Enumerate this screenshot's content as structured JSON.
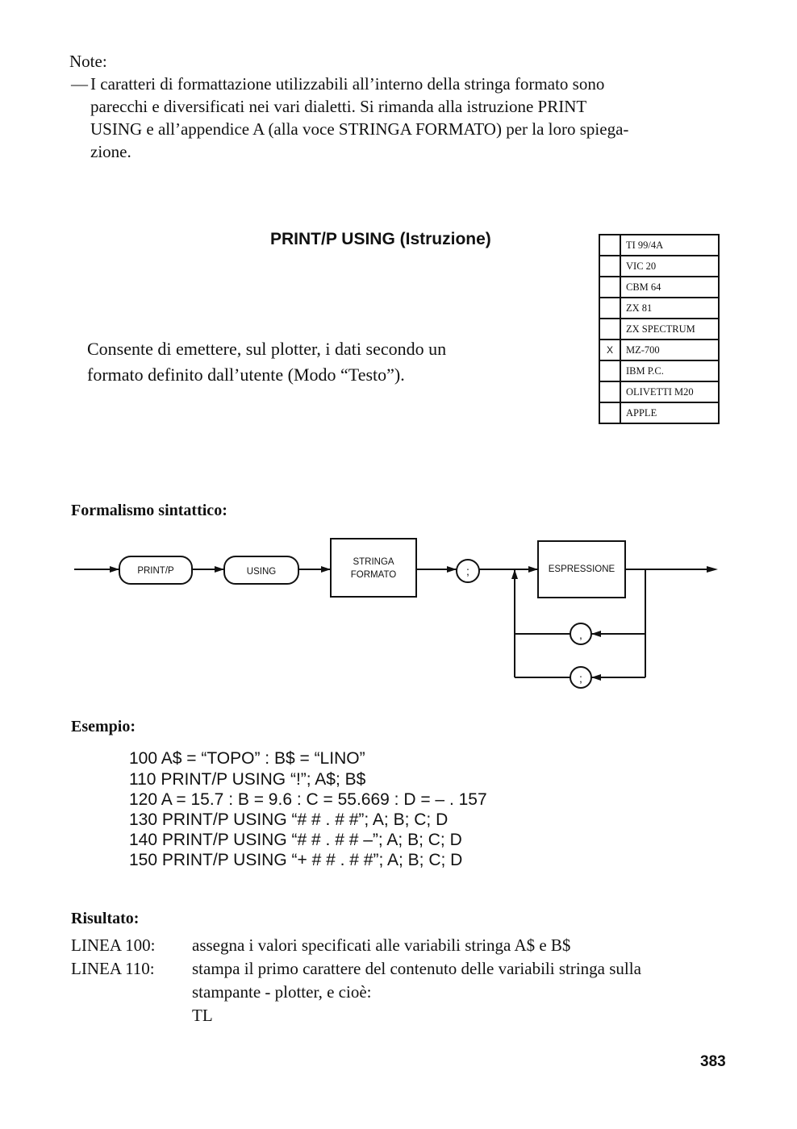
{
  "note": {
    "heading": "Note:",
    "dash": "—",
    "lines": [
      "I caratteri di formattazione utilizzabili all’interno della stringa formato sono",
      "parecchi e diversificati nei vari dialetti. Si rimanda alla istruzione PRINT",
      "USING e all’appendice A (alla voce STRINGA FORMATO) per la loro spiega-",
      "zione."
    ]
  },
  "section_title": "PRINT/P USING (Istruzione)",
  "description": [
    "Consente di emettere, sul plotter, i dati secondo un",
    "formato definito dall’utente (Modo “Testo”)."
  ],
  "compat_table": [
    {
      "mark": "",
      "name": "TI 99/4A"
    },
    {
      "mark": "",
      "name": "VIC 20"
    },
    {
      "mark": "",
      "name": "CBM 64"
    },
    {
      "mark": "",
      "name": "ZX 81"
    },
    {
      "mark": "",
      "name": "ZX SPECTRUM"
    },
    {
      "mark": "X",
      "name": "MZ-700"
    },
    {
      "mark": "",
      "name": "IBM P.C."
    },
    {
      "mark": "",
      "name": "OLIVETTI M20"
    },
    {
      "mark": "",
      "name": "APPLE"
    }
  ],
  "syntax": {
    "heading": "Formalismo sintattico:",
    "diagram": {
      "print_p": "PRINT/P",
      "using": "USING",
      "format_line1": "STRINGA",
      "format_line2": "FORMATO",
      "semicolon": ";",
      "expression": "ESPRESSIONE",
      "loop_comma": ",",
      "loop_semicolon": ";"
    }
  },
  "example": {
    "heading": "Esempio:",
    "lines": [
      "100 A$ = “TOPO” : B$ = “LINO”",
      "110 PRINT/P USING “!”; A$; B$",
      "120 A = 15.7 : B = 9.6 : C = 55.669 : D = – . 157",
      "130 PRINT/P USING “# # . # #”; A; B; C; D",
      "140 PRINT/P USING “# # . # # –”; A; B; C; D",
      "150 PRINT/P USING “+ # # . # #”; A; B; C; D"
    ]
  },
  "result": {
    "heading": "Risultato:",
    "line100_label": "LINEA 100:",
    "line100_text": "assegna i valori specificati alle variabili stringa A$ e B$",
    "line110_label": "LINEA 110:",
    "line110_text1": "stampa il primo carattere del contenuto delle variabili stringa sulla",
    "line110_text2": "stampante - plotter, e cioè:",
    "line110_output": "TL"
  },
  "page_number": "383"
}
